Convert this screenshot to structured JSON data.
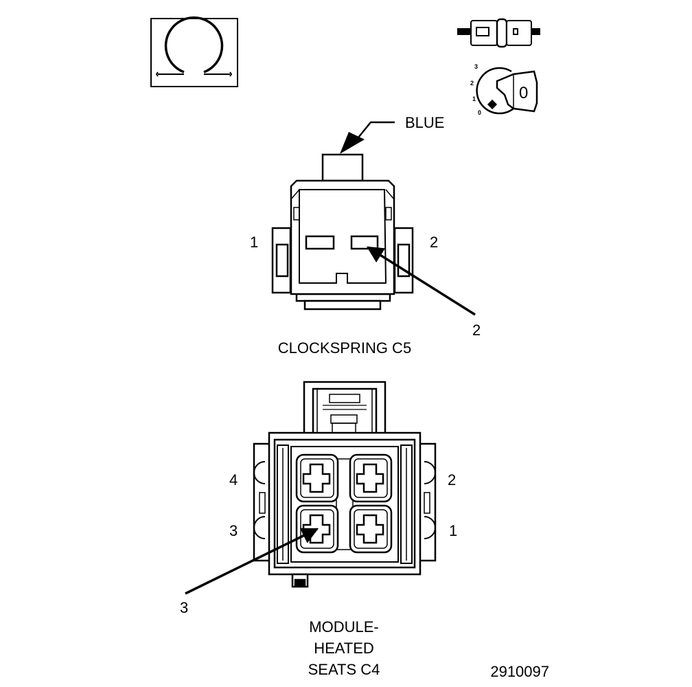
{
  "ink_color": "#000000",
  "background_color": "#ffffff",
  "icons": {
    "ohmmeter": "ohm-symbol-icon",
    "connector_probe": "connector-probe-icon",
    "ignition_key": "ignition-key-icon",
    "key_positions": [
      "3",
      "2",
      "1",
      "0"
    ],
    "key_label": "0"
  },
  "clockspring": {
    "wire_color_label": "BLUE",
    "pin_left": "1",
    "pin_right": "2",
    "callout": "2",
    "caption": "CLOCKSPRING C5"
  },
  "heated_seats_module": {
    "pin_top_left": "4",
    "pin_top_right": "2",
    "pin_bottom_left": "3",
    "pin_bottom_right": "1",
    "callout": "3",
    "caption_lines": [
      "MODULE-",
      "HEATED",
      "SEATS C4"
    ]
  },
  "figure_number": "2910097"
}
